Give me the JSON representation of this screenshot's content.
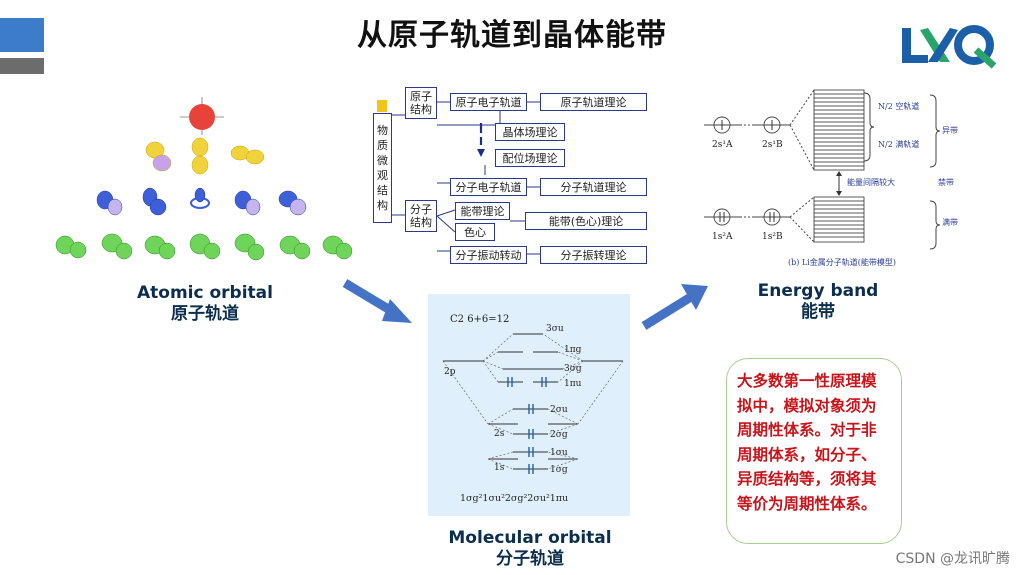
{
  "slide": {
    "title": "从原子轨道到晶体能带",
    "logo_text": "LXQ",
    "watermark": "CSDN @龙讯旷腾"
  },
  "captions": {
    "atomic_en": "Atomic orbital",
    "atomic_zh": "原子轨道",
    "molecular_en": "Molecular orbital",
    "molecular_zh": "分子轨道",
    "band_en": "Energy band",
    "band_zh": "能带"
  },
  "note": {
    "text": "大多数第一性原理模拟中，模拟对象须为周期性体系。对于非周期体系，如分子、异质结构等，须将其等价为周期性体系。"
  },
  "flowchart": {
    "root": "物质微观结构",
    "atom_group": "原子结构",
    "mol_group": "分子结构",
    "atomic_e_orbital": "原子电子轨道",
    "atomic_orbital_theory": "原子轨道理论",
    "crystal_field": "晶体场理论",
    "ligand_field": "配位场理论",
    "mol_e_orbital": "分子电子轨道",
    "mol_orbital_theory": "分子轨道理论",
    "band_theory": "能带理论",
    "color_center": "色心",
    "band_color_theory": "能带(色心)理论",
    "mol_vib": "分子振动转动",
    "mol_vib_theory": "分子振转理论"
  },
  "mo_diagram": {
    "header": "C2    6+6=12",
    "levels": [
      "3σu",
      "1πg",
      "3σg",
      "1πu",
      "2σu",
      "2σg",
      "1σu",
      "1σg"
    ],
    "atomic_levels": [
      "2p",
      "2s",
      "1s"
    ],
    "config": "1σg²1σu²2σg²2σu²1πu"
  },
  "band_diagram": {
    "left_upper": "2s¹A",
    "right_upper": "2s¹B",
    "left_lower": "1s²A",
    "right_lower": "1s²B",
    "label_empty_orbitals": "N/2 空轨道",
    "label_half_full": "N/2 满轨道",
    "label_allowed": "异带",
    "label_gap_large": "能量间隔较大",
    "label_forbidden": "禁带",
    "label_full": "满带",
    "caption": "(b) Li金属分子轨道(能带模型)"
  }
}
